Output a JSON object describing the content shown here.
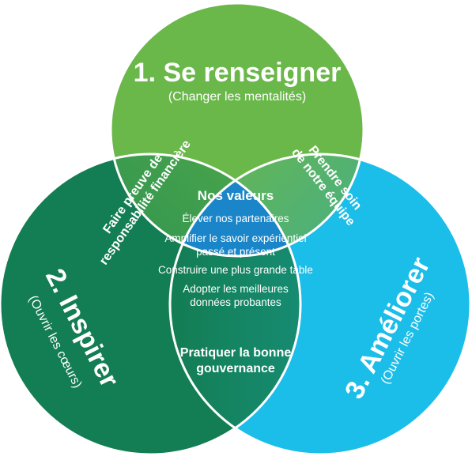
{
  "colors": {
    "top_circle": "#6ab74a",
    "left_circle": "#137d53",
    "right_circle": "#1bbde9",
    "center": "#1a86c9",
    "outline": "#ffffff"
  },
  "circles": {
    "top": {
      "title": "1. Se renseigner",
      "subtitle": "(Changer les mentalités)"
    },
    "left": {
      "title": "2. Inspirer",
      "subtitle": "(Ouvrir les cœurs)"
    },
    "right": {
      "title": "3. Améliorer",
      "subtitle": "(Ouvrir les portes)"
    }
  },
  "overlaps": {
    "top_left": [
      "Faire preuve de",
      "responsabilité financière"
    ],
    "top_right": [
      "Prendre soin",
      "de notre équipe"
    ],
    "bottom": [
      "Pratiquer la bonne",
      "gouvernance"
    ]
  },
  "center": {
    "title": "Nos valeurs",
    "items": [
      "Élever nos partenaires",
      "Amplifier le savoir expérientiel",
      "passé et présent",
      "Construire une plus grande table",
      "Adopter les meilleures",
      "données probantes"
    ]
  }
}
